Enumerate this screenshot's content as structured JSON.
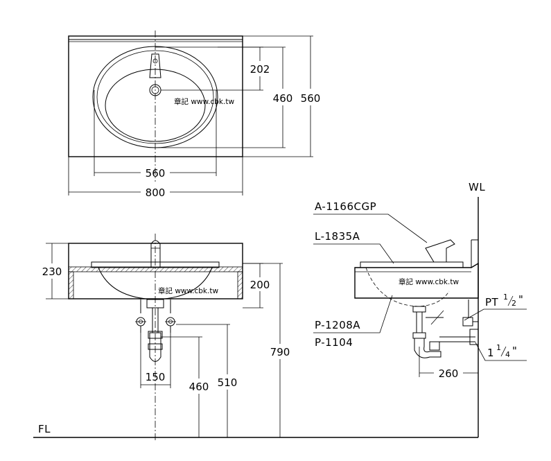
{
  "top_view": {
    "dim_width_basin": "560",
    "dim_width_counter": "800",
    "dim_tap_offset": "202",
    "dim_depth_basin": "460",
    "dim_depth_counter": "560",
    "watermark": "章記 www.cbk.tw"
  },
  "front_view": {
    "dim_counter_height": "230",
    "dim_basin_depth": "200",
    "dim_total_height": "790",
    "dim_supply_height": "510",
    "dim_drain_height": "460",
    "dim_supply_spacing": "150",
    "watermark": "章記 www.cbk.tw",
    "floor_label": "FL"
  },
  "side_view": {
    "wall_label": "WL",
    "faucet_code": "A-1166CGP",
    "basin_code": "L-1835A",
    "trap_code_1": "P-1208A",
    "trap_code_2": "P-1104",
    "supply_label": "PT",
    "supply_fraction_num": "1",
    "supply_fraction_den": "2",
    "supply_suffix": "\"",
    "drain_whole": "1",
    "drain_fraction_num": "1",
    "drain_fraction_den": "4",
    "drain_suffix": "\"",
    "dim_wall_offset": "260",
    "watermark": "章記 www.cbk.tw"
  }
}
